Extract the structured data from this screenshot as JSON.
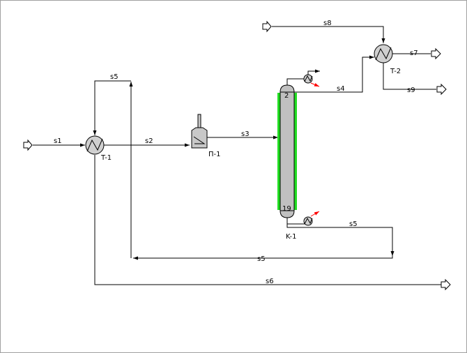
{
  "diagram": {
    "streams": {
      "s1": "s1",
      "s2": "s2",
      "s3": "s3",
      "s4": "s4",
      "s5_top": "s5",
      "s5_bottom_right": "s5",
      "s5_return": "s5",
      "s6": "s6",
      "s7": "s7",
      "s8": "s8",
      "s9": "s9"
    },
    "units": {
      "t1": "T-1",
      "p1": "П-1",
      "k1": "K-1",
      "t2": "T-2"
    },
    "column": {
      "top_stage": "2",
      "bottom_stage": "19"
    },
    "colors": {
      "column_body": "#c0c0c0",
      "column_highlight": "#22dd22",
      "heat_arrow": "#ff0000",
      "line": "#000000"
    }
  }
}
